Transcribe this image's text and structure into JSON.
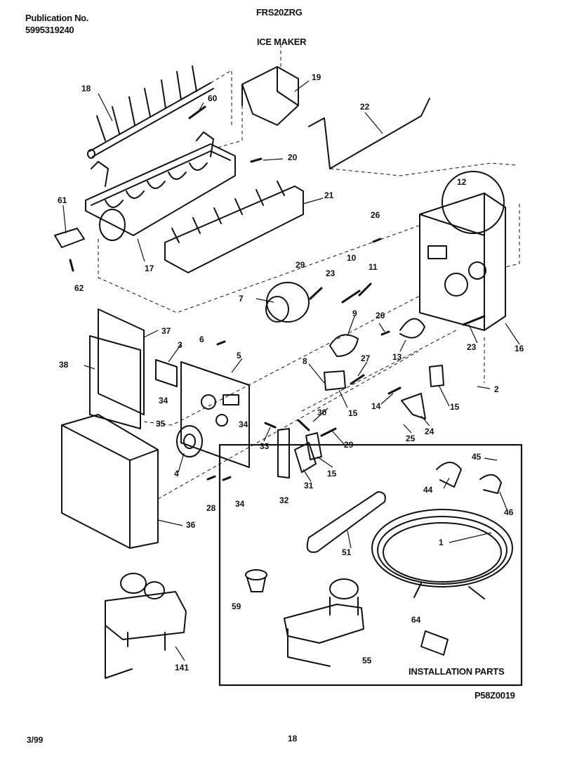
{
  "header": {
    "publication_label": "Publication No.",
    "publication_number": "5995319240",
    "model": "FRS20ZRG",
    "section": "ICE MAKER"
  },
  "labels": {
    "18": "18",
    "60": "60",
    "19": "19",
    "22": "22",
    "20": "20",
    "21": "21",
    "61": "61",
    "62": "62",
    "17": "17",
    "12": "12",
    "26a": "26",
    "11": "11",
    "10": "10",
    "29a": "29",
    "23a": "23",
    "7": "7",
    "9": "9",
    "26b": "26",
    "13": "13",
    "23b": "23",
    "16": "16",
    "37": "37",
    "3": "3",
    "6": "6",
    "5": "5",
    "38": "38",
    "8": "8",
    "27": "27",
    "2": "2",
    "34a": "34",
    "35": "35",
    "34b": "34",
    "15a": "15",
    "14": "14",
    "15b": "15",
    "30": "30",
    "33": "33",
    "24": "24",
    "25": "25",
    "29b": "29",
    "4": "4",
    "15c": "15",
    "31": "31",
    "45": "45",
    "28": "28",
    "34c": "34",
    "32": "32",
    "44": "44",
    "46": "46",
    "36": "36",
    "51": "51",
    "1": "1",
    "59": "59",
    "64": "64",
    "55": "55",
    "141": "141"
  },
  "installation_box": {
    "title": "INSTALLATION PARTS"
  },
  "footer": {
    "code": "P58Z0019",
    "date": "3/99",
    "page": "18"
  }
}
